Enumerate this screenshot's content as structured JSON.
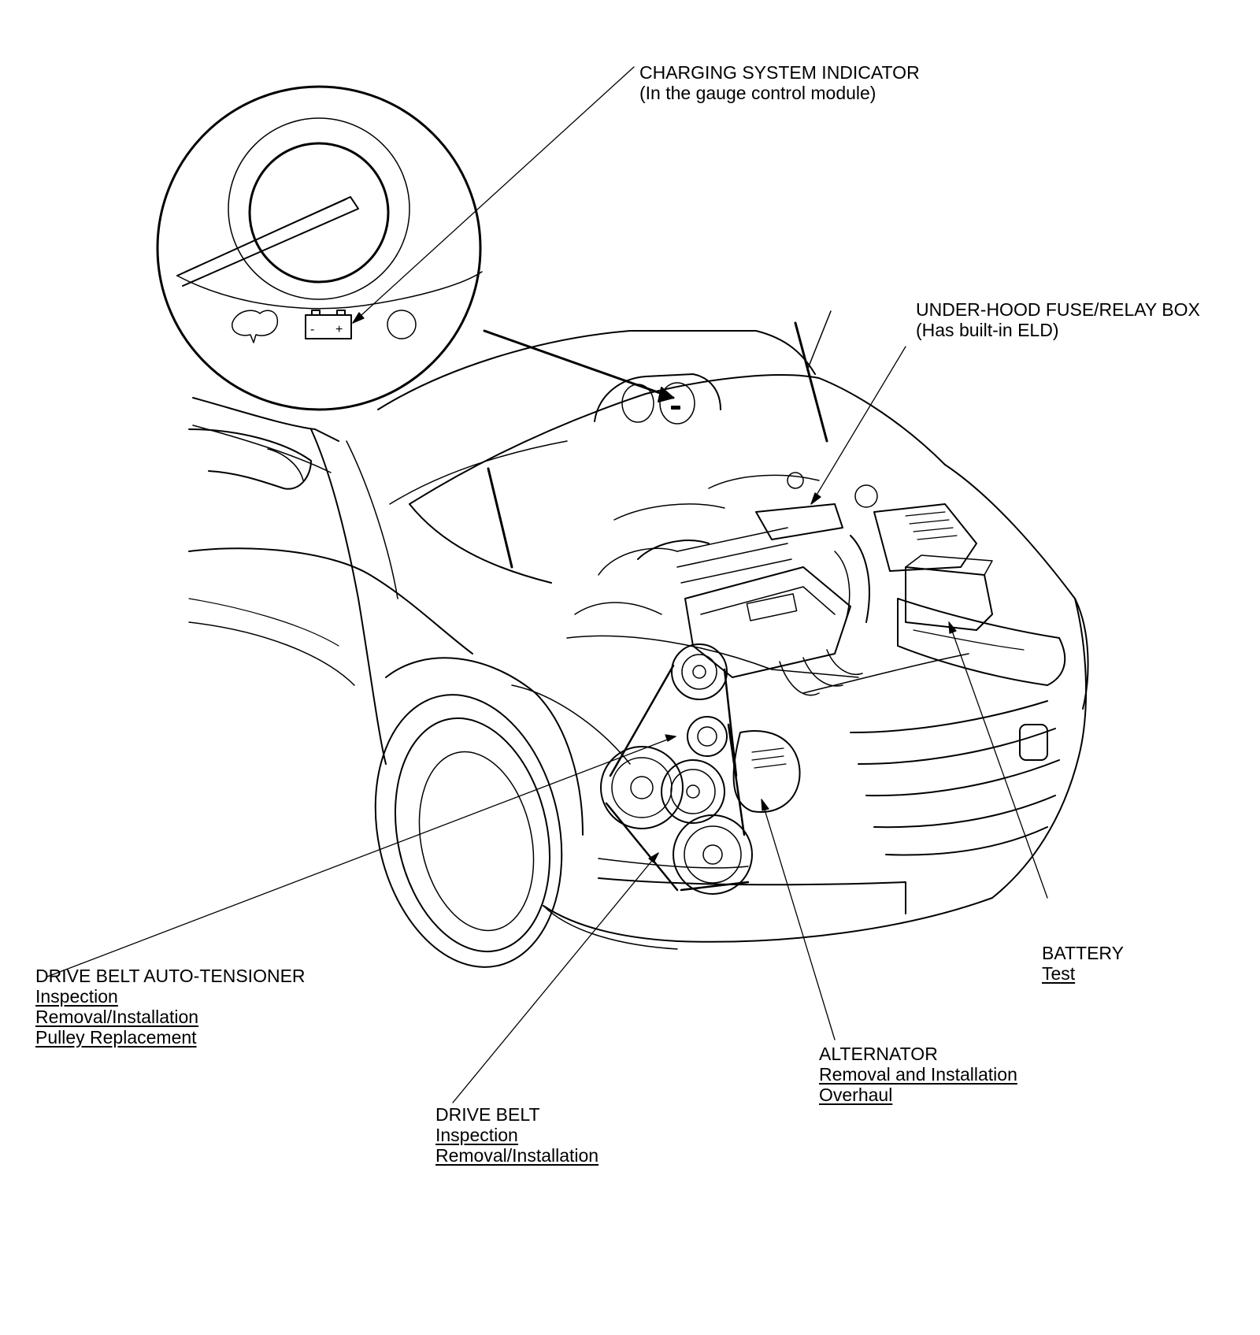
{
  "callouts": {
    "charging_indicator": {
      "title": "CHARGING SYSTEM INDICATOR",
      "subtitle": "(In the gauge control module)"
    },
    "fuse_box": {
      "title": "UNDER-HOOD FUSE/RELAY BOX",
      "subtitle": "(Has built-in ELD)"
    },
    "battery": {
      "title": "BATTERY",
      "links": [
        "Test"
      ]
    },
    "auto_tensioner": {
      "title": "DRIVE BELT AUTO-TENSIONER",
      "links": [
        "Inspection",
        "Removal/Installation",
        "Pulley Replacement"
      ]
    },
    "alternator": {
      "title": "ALTERNATOR",
      "links": [
        "Removal and Installation",
        "Overhaul"
      ]
    },
    "drive_belt": {
      "title": "DRIVE BELT",
      "links": [
        "Inspection",
        "Removal/Installation"
      ]
    }
  },
  "icons": {
    "battery_symbol": {
      "minus": "-",
      "plus": "+"
    }
  },
  "colors": {
    "line": "#000000",
    "background": "#ffffff"
  }
}
